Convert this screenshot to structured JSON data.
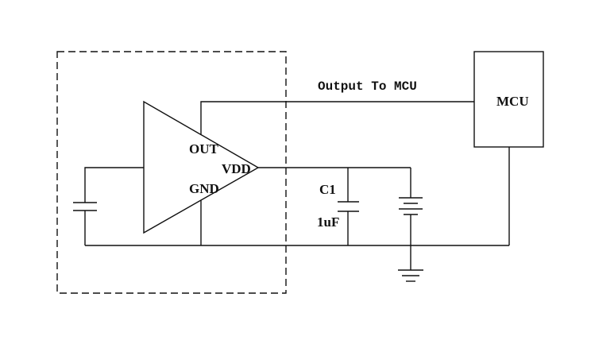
{
  "diagram": {
    "module_boundary": {
      "style": "dashed"
    },
    "amplifier": {
      "pins": {
        "out": "OUT",
        "vdd": "VDD",
        "gnd": "GND"
      }
    },
    "output_net_label": "Output To MCU",
    "mcu": {
      "label": "MCU"
    },
    "capacitor": {
      "ref": "C1",
      "value": "1uF"
    },
    "colors": {
      "line": "#111111",
      "background": "#ffffff"
    }
  }
}
